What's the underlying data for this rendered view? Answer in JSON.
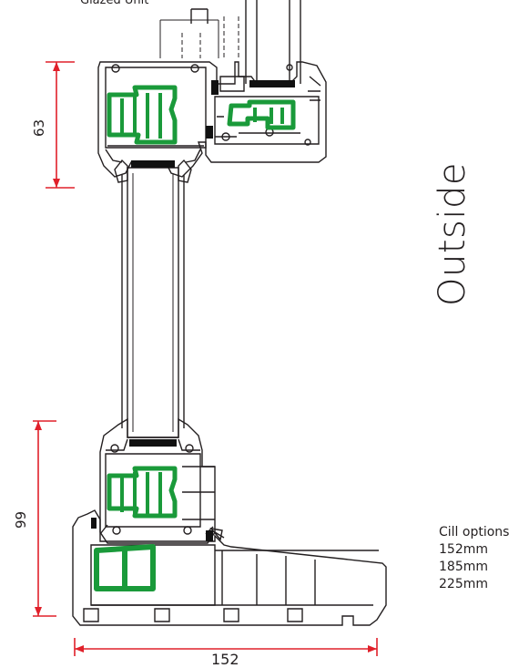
{
  "labels": {
    "glazed_unit": "Glazed Unit",
    "outside": "Outside",
    "dim_top": "63",
    "dim_bottom": "99",
    "dim_width": "152"
  },
  "cill": {
    "title": "Cill options",
    "options": [
      "152mm",
      "185mm",
      "225mm"
    ]
  },
  "colors": {
    "dimension": "#e0202a",
    "profile": "#231f20",
    "reinforcement": "#1a9a3a",
    "seal": "#111111"
  }
}
